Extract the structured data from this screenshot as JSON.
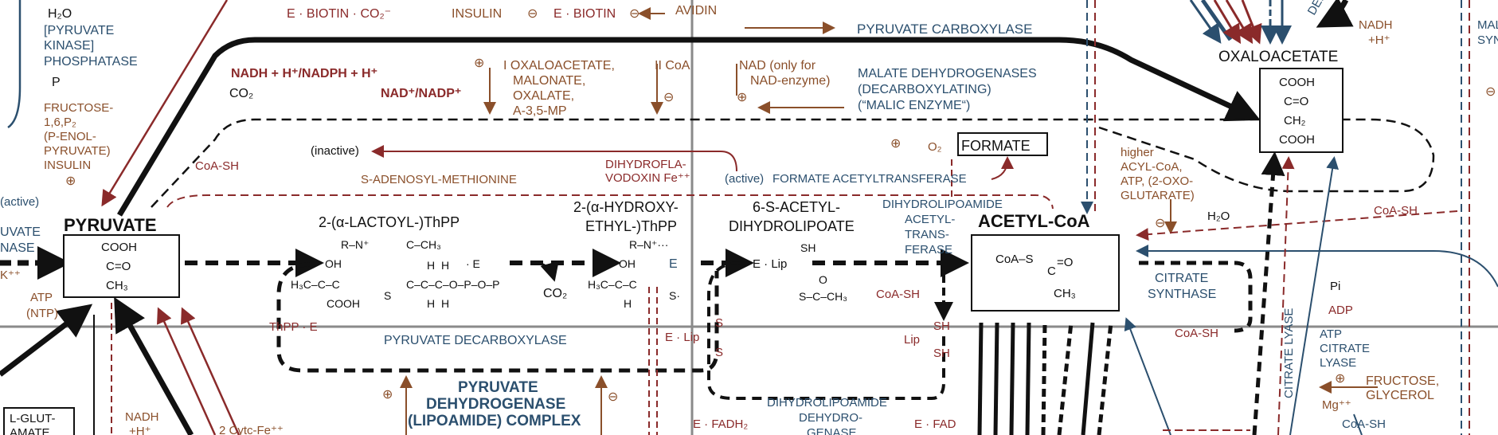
{
  "colors": {
    "blue": "#2b4f6e",
    "brown": "#8a4f2a",
    "red": "#8a2a2a",
    "black": "#111111",
    "grid": "#8a8a8a"
  },
  "symbols": {
    "plus": "⊕",
    "minus": "⊖"
  },
  "left": {
    "h2o": "H₂O",
    "pk_phosphatase": [
      "[PYRUVATE",
      "KINASE]",
      "PHOSPHATASE"
    ],
    "p": "P",
    "fructose": [
      "FRUCTOSE-",
      "1,6,P₂",
      "(P-ENOL-",
      "PYRUVATE)",
      "INSULIN"
    ],
    "active": "(active)",
    "uvate": "UVATE",
    "nase": "NASE",
    "kpp": "K⁺⁺",
    "atp_ntp": [
      "ATP",
      "(NTP)"
    ],
    "lglut": [
      "L-GLUT-",
      "AMATE"
    ],
    "nadh": [
      "NADH",
      "+H⁺"
    ],
    "cytc": "2 Cytc-Fe⁺⁺"
  },
  "top": {
    "biotin_co2": "E · BIOTIN · CO₂⁻",
    "insulin": "INSULIN",
    "e_biotin": "E · BIOTIN",
    "avidin": "AVIDIN",
    "pyruvate_carboxylase": "PYRUVATE CARBOXYLASE",
    "nadh_nadph": "NADH + H⁺/NADPH + H⁺",
    "co2": "CO₂",
    "nad_nadp": "NAD⁺/NADP⁺",
    "inhibitors_1": [
      "I OXALOACETATE,",
      "MALONATE,",
      "OXALATE,",
      "A-3,5-MP"
    ],
    "inhibitors_2": "II CoA",
    "nad_only": [
      "NAD (only for",
      "NAD-enzyme)"
    ],
    "malate_dh": [
      "MALATE DEHYDROGENASES",
      "(DECARBOXYLATING)",
      "(“MALIC ENZYME“)"
    ]
  },
  "middle": {
    "inactive": "(inactive)",
    "coa_sh_left": "CoA-SH",
    "sam": "S-ADENOSYL-METHIONINE",
    "dihydroflavodoxin": [
      "DIHYDROFLA-",
      "VODOXIN Fe⁺⁺"
    ],
    "formate_transferase_active": "(active)",
    "formate_transferase": "FORMATE ACETYLTRANSFERASE",
    "o2": "O₂",
    "formate": "FORMATE",
    "higher": [
      "higher",
      "ACYL-CoA,",
      "ATP, (2-OXO-",
      "GLUTARATE)"
    ],
    "h2o_right": "H₂O",
    "coa_sh_right": "CoA-SH",
    "oxaloacetate": "OXALOACETATE",
    "oxalo_struct": [
      "COOH",
      "C=O",
      "CH₂",
      "COOH"
    ],
    "nadh_right": [
      "NADH",
      "+H⁺"
    ],
    "mal_syn": [
      "MAL",
      "SYN"
    ],
    "def": "DEF"
  },
  "core": {
    "pyruvate": "PYRUVATE",
    "pyruvate_struct": [
      "COOH",
      "C=O",
      "CH₃"
    ],
    "lactoyl_title": "2-(α-LACTOYL-)ThPP",
    "hydroxyethyl_title": [
      "2-(α-HYDROXY-",
      "ETHYL-)ThPP"
    ],
    "acetyl_dihydrolipoate_title": [
      "6-S-ACETYL-",
      "DIHYDROLIPOATE"
    ],
    "dihydrolipoamide_acetyltransferase": [
      "DIHYDROLIPOAMIDE",
      "ACETYL-",
      "TRANS-",
      "FERASE"
    ],
    "acetyl_coa": "ACETYL-CoA",
    "acetyl_coa_struct": [
      "CoA–S",
      "C",
      "=O",
      "CH₃"
    ],
    "co2_mid": "CO₂",
    "e": "E",
    "e_lip": "E · Lip",
    "sh": "SH",
    "s_c_ch3": "S–C–CH₃",
    "o": "O",
    "coa_sh_mid": "CoA-SH",
    "lip_sh": [
      "Lip",
      "SH",
      "SH"
    ],
    "thpp_e": "ThPP · E",
    "pyruvate_decarboxylase": "PYRUVATE DECARBOXYLASE",
    "e_lip_s": [
      "E · Lip",
      "S",
      "S"
    ],
    "pdh_complex": [
      "PYRUVATE",
      "DEHYDROGENASE",
      "(LIPOAMIDE) COMPLEX"
    ],
    "dihydrolipoamide_dehydrogenase": [
      "DIHYDROLIPOAMIDE",
      "DEHYDRO-",
      "GENASE"
    ],
    "e_fadh2": "E · FADH₂",
    "e_fad": "E · FAD",
    "citrate_synthase": [
      "CITRATE",
      "SYNTHASE"
    ],
    "coa_sh_cs": "CoA-SH",
    "citrate_lyase": "CITRATE LYASE",
    "pi": "Pi",
    "adp": "ADP",
    "atp_citrate_lyase": [
      "ATP",
      "CITRATE",
      "LYASE"
    ],
    "fructose_glycerol": [
      "FRUCTOSE,",
      "GLYCEROL"
    ],
    "mg_coa": [
      "Mg⁺⁺",
      "CoA-SH"
    ],
    "lactoyl_struct": {
      "r_n": "R–N⁺",
      "c_ch3": "C–CH₃",
      "oh": "OH",
      "h3c_c_c": "H₃C–C–C",
      "cooh": "COOH",
      "s": "S",
      "chain": "C–C–C–O–P–O–P",
      "h": "H",
      "e_dot": "· E"
    },
    "hydroxy_struct": {
      "r_n": "R–N⁺···",
      "oh": "OH",
      "h3c_c_c": "H₃C–C–C",
      "h": "H",
      "s": "S·"
    }
  }
}
